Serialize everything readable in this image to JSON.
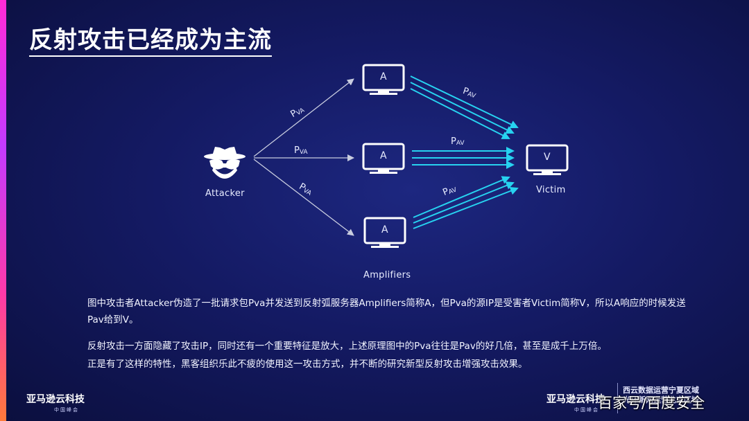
{
  "title": "反射攻击已经成为主流",
  "diagram": {
    "attacker_label": "Attacker",
    "amplifier_glyph": "A",
    "victim_glyph": "V",
    "victim_label": "Victim",
    "amplifiers_label": "Amplifiers",
    "pva_text": "P",
    "pva_sub": "VA",
    "pav_text": "P",
    "pav_sub": "AV"
  },
  "description": {
    "paragraph1": "图中攻击者Attacker伪造了一批请求包Pva并发送到反射弧服务器Amplifiers简称A，但Pva的源IP是受害者Victim简称V，所以A响应的时候发送Pav给到V。",
    "paragraph2": "反射攻击一方面隐藏了攻击IP，同时还有一个重要特征是放大，上述原理图中的Pva往往是Pav的好几倍，甚至是成千上万倍。",
    "paragraph3": "正是有了这样的特性，黑客组织乐此不疲的使用这一攻击方式，并不断的研究新型反射攻击增强攻击效果。"
  },
  "footer": {
    "brand_left": "亚马逊云科技",
    "brand_left_sub": "中国峰会",
    "brand_right": "亚马逊云科技",
    "brand_right_sub": "中国峰会",
    "region_line1": "西云数据运营宁夏区域",
    "region_line2": "光环新网运营北京区域",
    "watermark": "百家号/百度安全"
  },
  "colors": {
    "background": "#141a63",
    "arrow_white": "#c8ccdf",
    "arrow_cyan": "#27d3f0",
    "accent_bar": "#ff2bd6"
  }
}
